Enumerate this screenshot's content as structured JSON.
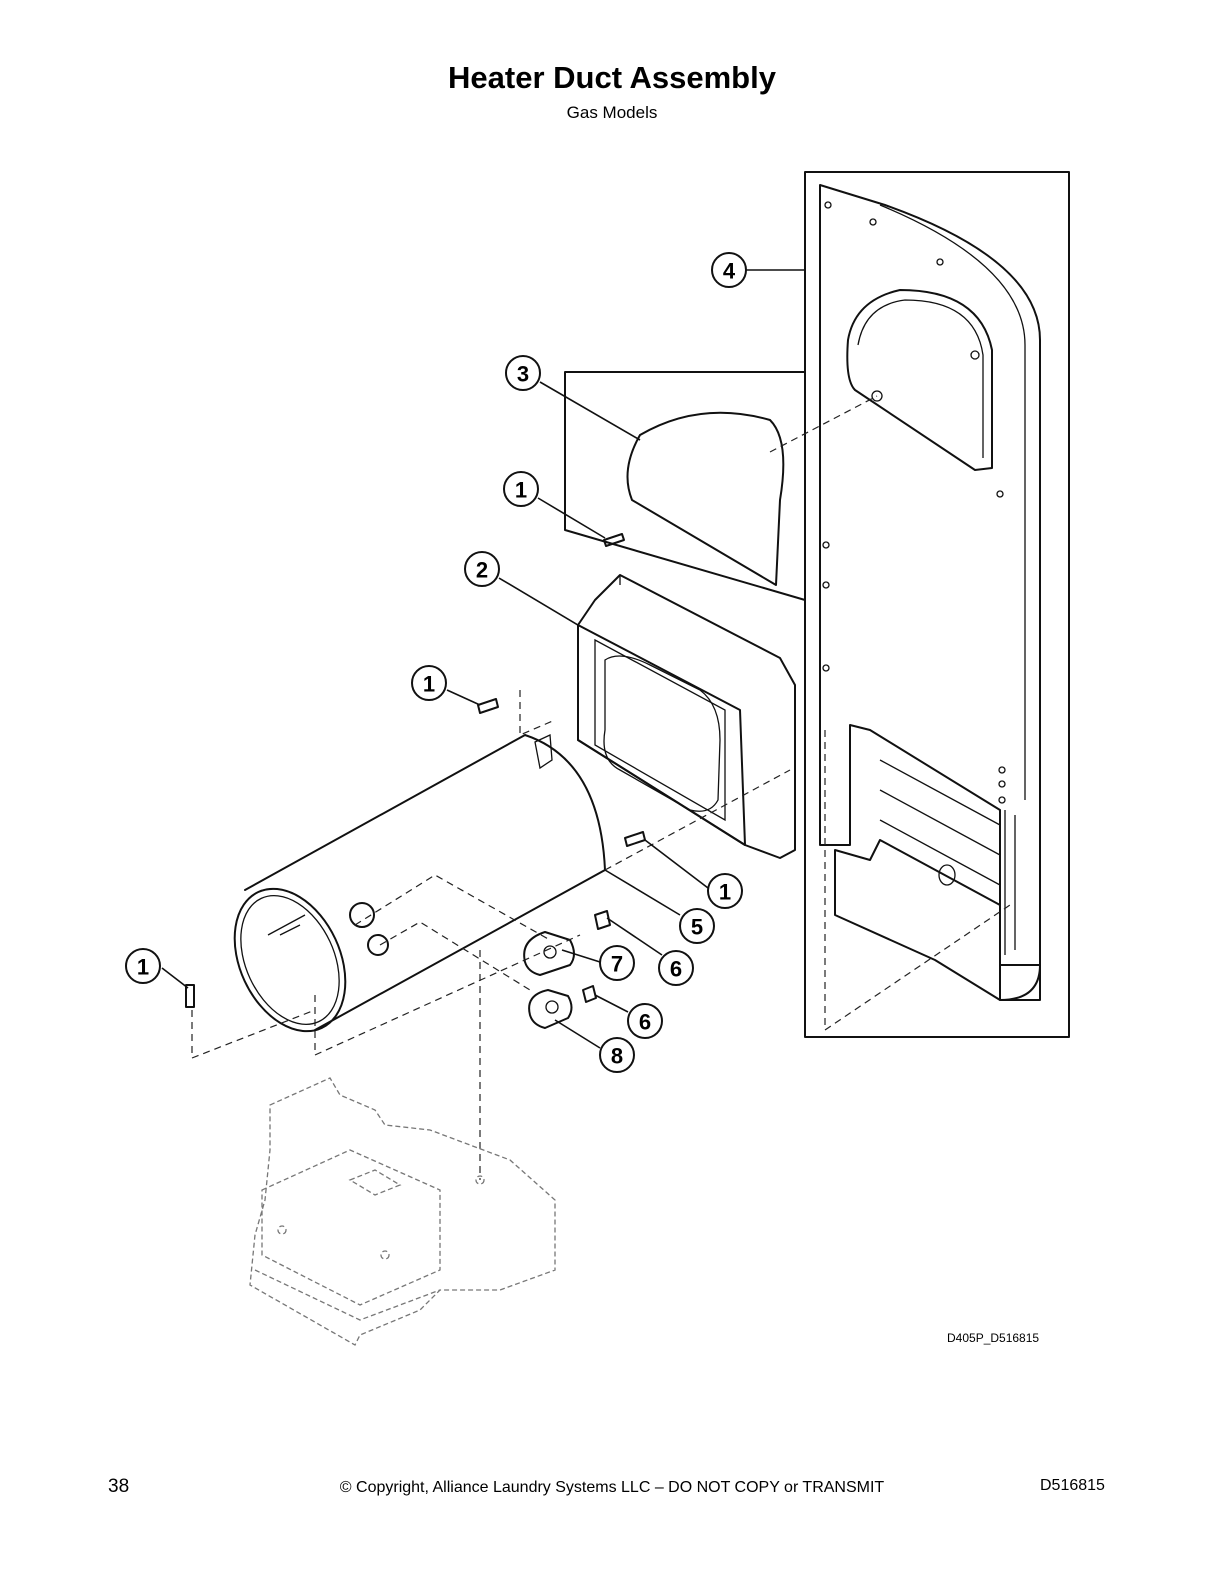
{
  "title": "Heater Duct Assembly",
  "subtitle": "Gas Models",
  "figure_id": "D405P_D516815",
  "footer": {
    "page_number": "38",
    "copyright": "© Copyright, Alliance Laundry Systems LLC – DO NOT COPY or TRANSMIT",
    "doc_number": "D516815"
  },
  "callouts": {
    "c4": "4",
    "c3": "3",
    "c1a": "1",
    "c2": "2",
    "c1b": "1",
    "c1c": "1",
    "c5": "5",
    "c1d": "1",
    "c7": "7",
    "c6a": "6",
    "c6b": "6",
    "c8": "8"
  }
}
